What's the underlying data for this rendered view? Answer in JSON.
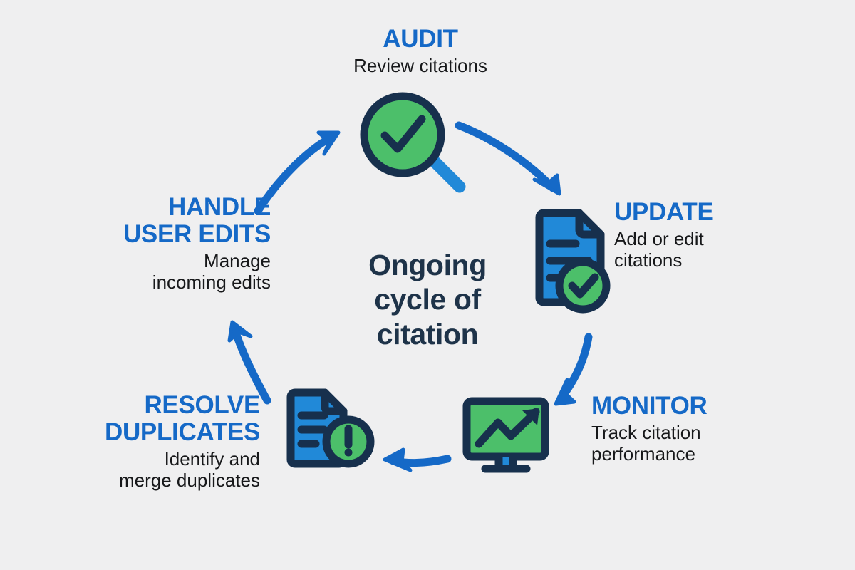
{
  "diagram": {
    "center_text": "Ongoing\ncycle of\ncitation",
    "background_color": "#efeff0",
    "accent_blue": "#1569c7",
    "icon_blue": "#2189d8",
    "icon_green": "#4cbf6a",
    "icon_navy": "#17304d",
    "text_dark": "#17181a",
    "center_text_color": "#1e3349"
  },
  "steps": [
    {
      "id": "audit",
      "title": "AUDIT",
      "description": "Review citations",
      "icon": "magnifier-check-icon",
      "position": "top"
    },
    {
      "id": "update",
      "title": "UPDATE",
      "description": "Add or edit\ncitations",
      "icon": "document-check-icon",
      "position": "right-top"
    },
    {
      "id": "monitor",
      "title": "MONITOR",
      "description": "Track citation\nperformance",
      "icon": "monitor-trend-icon",
      "position": "right-bottom"
    },
    {
      "id": "resolve-duplicates",
      "title": "RESOLVE\nDUPLICATES",
      "description": "Identify and\nmerge duplicates",
      "icon": "document-alert-icon",
      "position": "left-bottom"
    },
    {
      "id": "handle-user-edits",
      "title": "HANDLE\nUSER EDITS",
      "description": "Manage\nincoming edits",
      "icon": "none",
      "position": "left-top"
    }
  ],
  "arrows": [
    {
      "id": "arrow-audit-to-update",
      "from": "audit",
      "to": "update",
      "direction": "clockwise"
    },
    {
      "id": "arrow-update-to-monitor",
      "from": "update",
      "to": "monitor",
      "direction": "clockwise"
    },
    {
      "id": "arrow-monitor-to-resolve",
      "from": "monitor",
      "to": "resolve-duplicates",
      "direction": "clockwise"
    },
    {
      "id": "arrow-resolve-to-handle",
      "from": "resolve-duplicates",
      "to": "handle-user-edits",
      "direction": "clockwise"
    },
    {
      "id": "arrow-handle-to-audit",
      "from": "handle-user-edits",
      "to": "audit",
      "direction": "clockwise"
    }
  ]
}
